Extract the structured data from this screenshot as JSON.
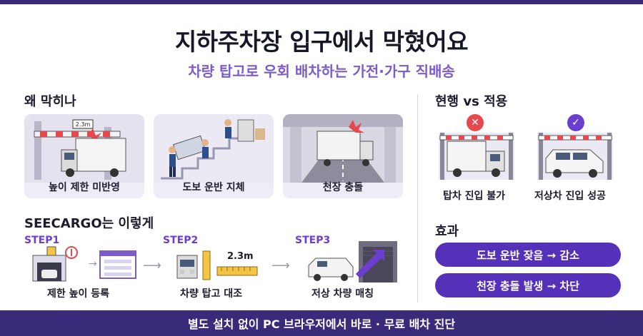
{
  "header": {
    "title": "지하주차장 입구에서 막혔어요",
    "subtitle": "차량 탑고로 우회 배차하는 가전·가구 직배송"
  },
  "why": {
    "heading": "왜 막히나",
    "height_sign": "2.3m",
    "cards": [
      {
        "label": "높이 제한 미반영",
        "icon": "truck-blocked-by-height-bar"
      },
      {
        "label": "도보 운반 지체",
        "icon": "workers-carrying-stairs"
      },
      {
        "label": "천장 충돌",
        "icon": "truck-ceiling-collision"
      }
    ]
  },
  "howto": {
    "heading": "SEECARGO는 이렇게",
    "steps": [
      {
        "step": "STEP1",
        "caption": "제한 높이 등록",
        "icon": "parking-height-register"
      },
      {
        "step": "STEP2",
        "caption": "차량 탑고 대조",
        "icon": "truck-height-measure"
      },
      {
        "step": "STEP3",
        "caption": "저상 차량 매칭",
        "icon": "van-entering-garage"
      }
    ],
    "measure_label": "2.3m",
    "arrow_glyph": "⟶"
  },
  "compare": {
    "heading": "현행 vs 적용",
    "items": [
      {
        "label": "탑차 진입 불가",
        "status_icon": "x-icon",
        "status_color": "#e5484d"
      },
      {
        "label": "저상차 진입 성공",
        "status_icon": "check-icon",
        "status_color": "#6a3fd0"
      }
    ]
  },
  "effect": {
    "heading": "효과",
    "pills": [
      "도보 운반 잦음 → 감소",
      "천장 충돌 발생 → 차단"
    ]
  },
  "footer": {
    "text": "별도 설치 없이 PC 브라우저에서 바로 · 무료 배차 진단"
  },
  "colors": {
    "accent": "#5530b8",
    "accent_light": "#7b5cc9",
    "footer_bg": "#3a2a7a",
    "card_bg": "#eeecf6",
    "warning": "#e5484d"
  }
}
